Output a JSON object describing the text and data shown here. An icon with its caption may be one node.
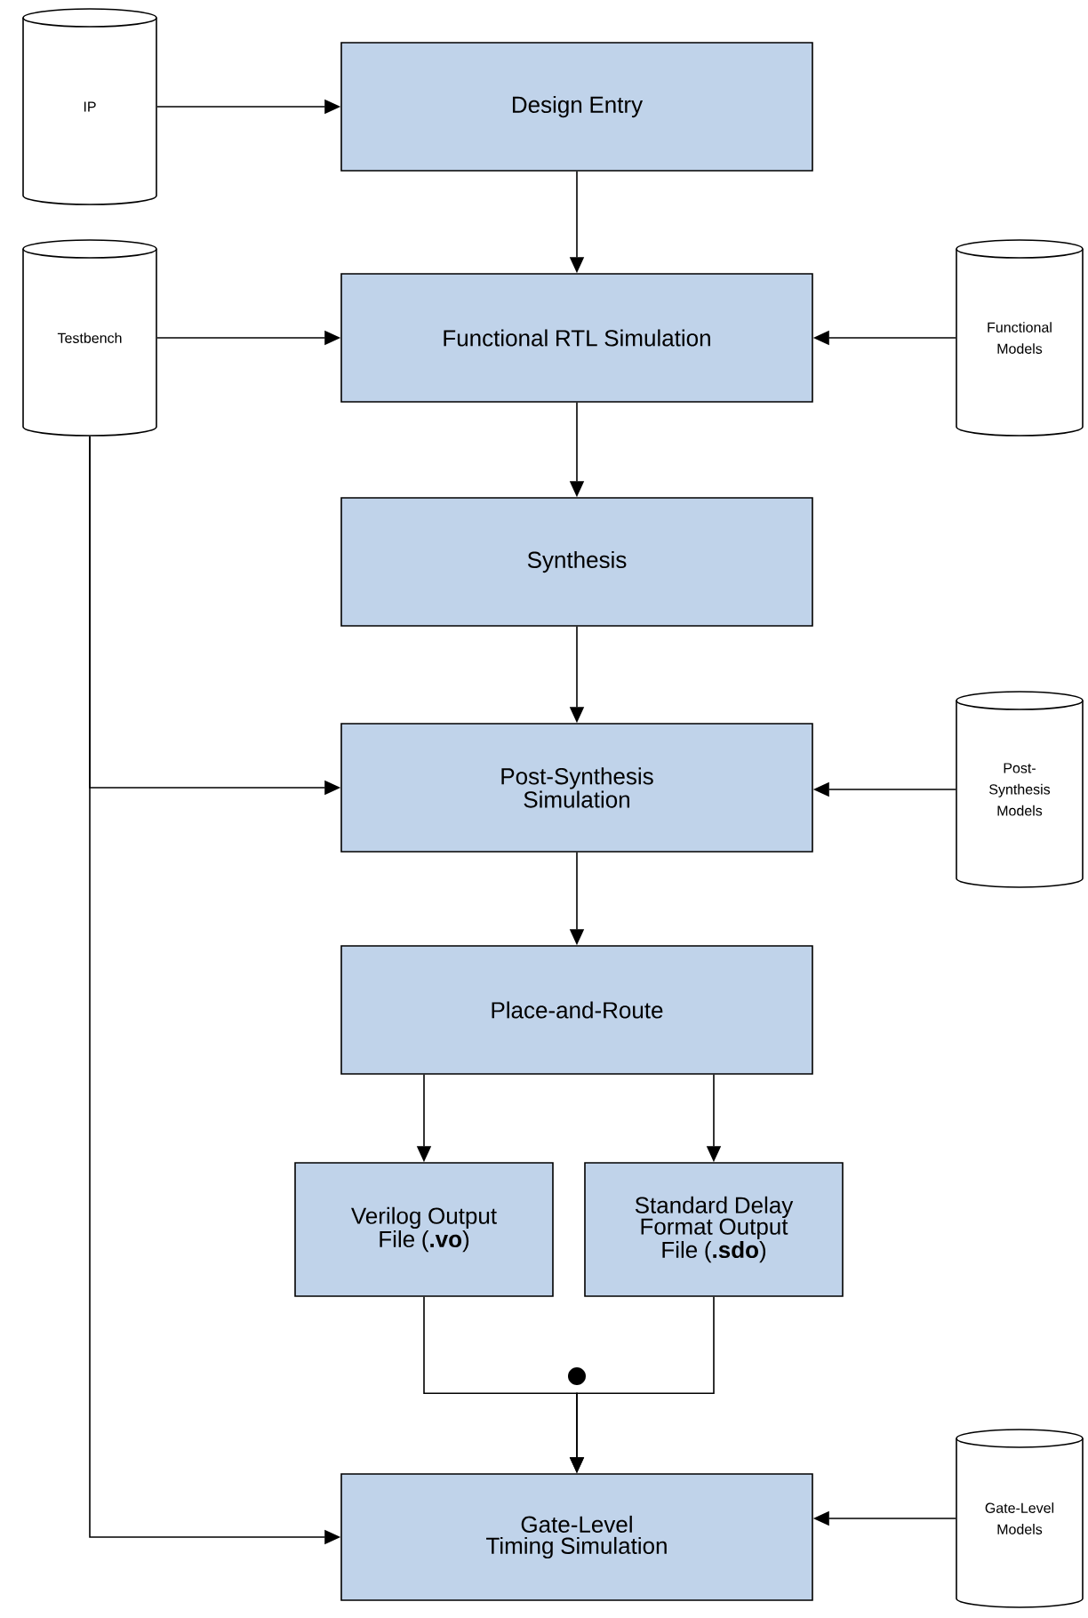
{
  "diagram": {
    "nodes": [
      {
        "text": [
          "IP"
        ]
      },
      {
        "text": [
          "Design Entry"
        ]
      },
      {
        "text": [
          "Testbench"
        ]
      },
      {
        "text": [
          "Functional RTL Simulation"
        ]
      },
      {
        "text": [
          "Functional Models"
        ]
      },
      {
        "text": [
          "Synthesis"
        ]
      },
      {
        "text": [
          "Post-Synthesis Simulation"
        ]
      },
      {
        "text": [
          "Post-Synthesis Models"
        ]
      },
      {
        "text": [
          "Place-and-Route"
        ]
      },
      {
        "text": [
          "Verilog Output File (**.vo**)"
        ]
      },
      {
        "text": [
          "Standard Delay Format Output File (**.sdo**)"
        ]
      },
      {
        "text": [
          "Gate-Level Timing Simulation"
        ]
      },
      {
        "text": [
          "Gate-Level Models"
        ]
      }
    ],
    "edges": [
      {
        "from": 0,
        "to": 1,
        "arrow": "to"
      },
      {
        "from": 1,
        "to": 3,
        "arrow": "to"
      },
      {
        "from": 2,
        "to": 3,
        "arrow": "to"
      },
      {
        "from": 4,
        "to": 3,
        "arrow": "to"
      },
      {
        "from": 3,
        "to": 5,
        "arrow": "to"
      },
      {
        "from": 5,
        "to": 6,
        "arrow": "to"
      },
      {
        "from": 2,
        "to": 6,
        "arrow": "to"
      },
      {
        "from": 7,
        "to": 6,
        "arrow": "to"
      },
      {
        "from": 6,
        "to": 8,
        "arrow": "to"
      },
      {
        "from": 8,
        "to": 9,
        "arrow": "to"
      },
      {
        "from": 8,
        "to": 10,
        "arrow": "to"
      },
      {
        "from": 9,
        "to": 11,
        "arrow": "to"
      },
      {
        "from": 10,
        "to": 11,
        "arrow": "to"
      },
      {
        "from": 2,
        "to": 11,
        "arrow": "to"
      },
      {
        "from": 12,
        "to": 11,
        "arrow": "to"
      }
    ]
  }
}
